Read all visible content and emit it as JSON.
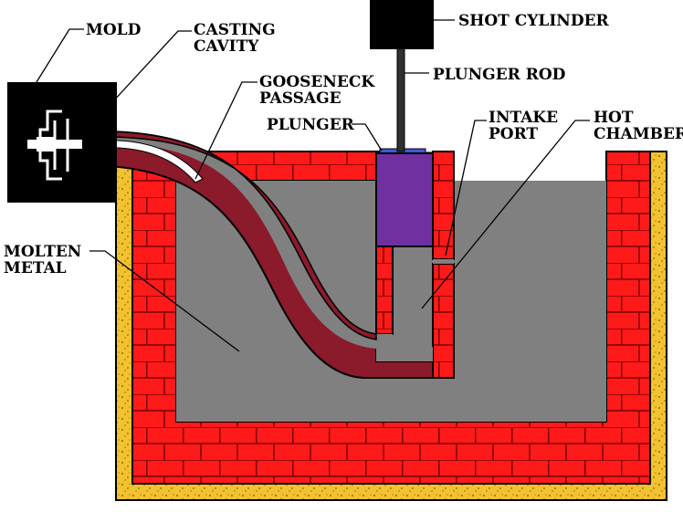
{
  "labels": {
    "mold": "MOLD",
    "casting_cavity_1": "CASTING",
    "casting_cavity_2": "CAVITY",
    "gooseneck_1": "GOOSENECK",
    "gooseneck_2": "PASSAGE",
    "shot_cylinder": "SHOT CYLINDER",
    "plunger_rod": "PLUNGER ROD",
    "plunger": "PLUNGER",
    "intake_1": "INTAKE",
    "intake_2": "PORT",
    "hot_chamber_1": "HOT",
    "hot_chamber_2": "CHAMBER",
    "molten_1": "MOLTEN",
    "molten_2": "METAL"
  },
  "colors": {
    "brick": "#ff1a1a",
    "mortar": "#7a0000",
    "insulation": "#f2c230",
    "molten_metal": "#808080",
    "gooseneck": "#8b1a2b",
    "plunger": "#7030a0",
    "mold": "#000000",
    "shot_cylinder": "#000000",
    "plunger_rod": "#303030",
    "seal": "#3a5bd9"
  }
}
